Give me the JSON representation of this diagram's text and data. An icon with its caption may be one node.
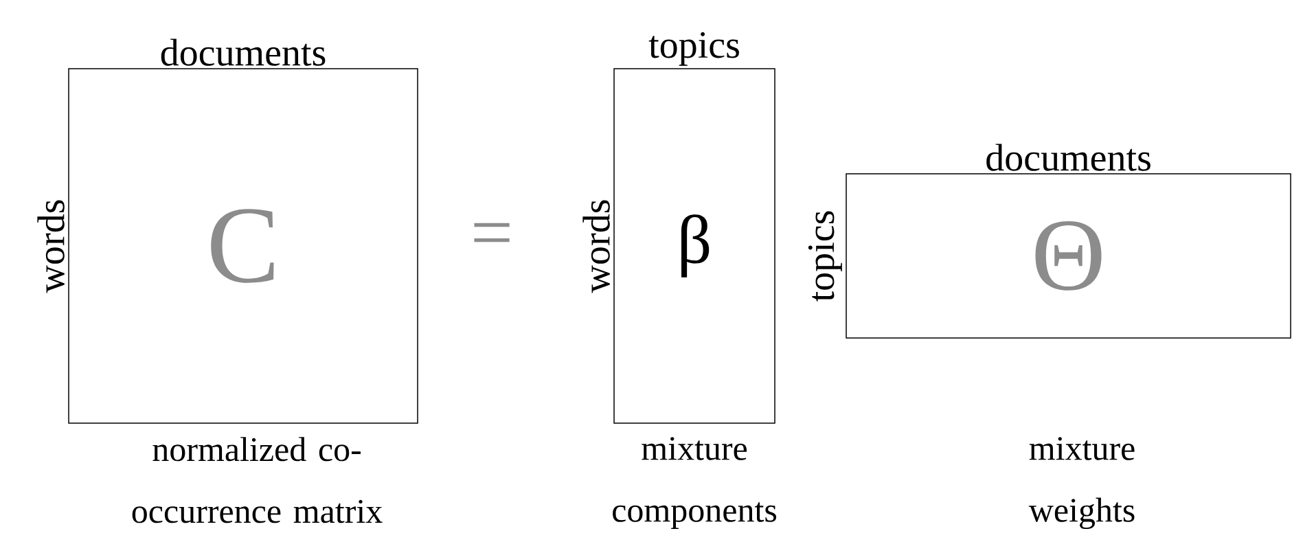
{
  "diagram": {
    "nodes": [
      {
        "text": [
          "C"
        ],
        "beside": [
          "documents",
          "words",
          "normalized co-occurrence matrix"
        ]
      },
      {
        "text": [
          "β"
        ],
        "beside": [
          "topics",
          "words",
          "mixture components"
        ]
      },
      {
        "text": [
          "Θ"
        ],
        "beside": [
          "documents",
          "topics",
          "mixture weights"
        ]
      }
    ],
    "edges": [],
    "labels": [
      "="
    ]
  }
}
